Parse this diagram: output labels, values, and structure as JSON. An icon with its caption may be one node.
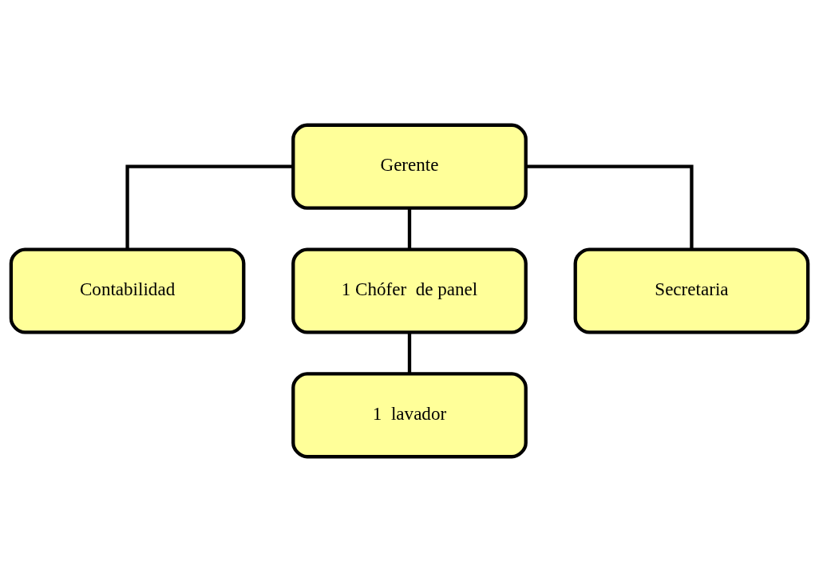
{
  "diagram": {
    "nodes": [
      {
        "text": [
          "Gerente"
        ]
      },
      {
        "text": [
          "Contabilidad"
        ]
      },
      {
        "text": [
          "1 Chófer  de panel"
        ]
      },
      {
        "text": [
          "Secretaria"
        ]
      },
      {
        "text": [
          "1  lavador"
        ]
      }
    ],
    "edges": [
      {
        "from": 0,
        "to": 1,
        "arrow": "none"
      },
      {
        "from": 0,
        "to": 2,
        "arrow": "none"
      },
      {
        "from": 0,
        "to": 3,
        "arrow": "none"
      },
      {
        "from": 2,
        "to": 4,
        "arrow": "none"
      }
    ]
  }
}
